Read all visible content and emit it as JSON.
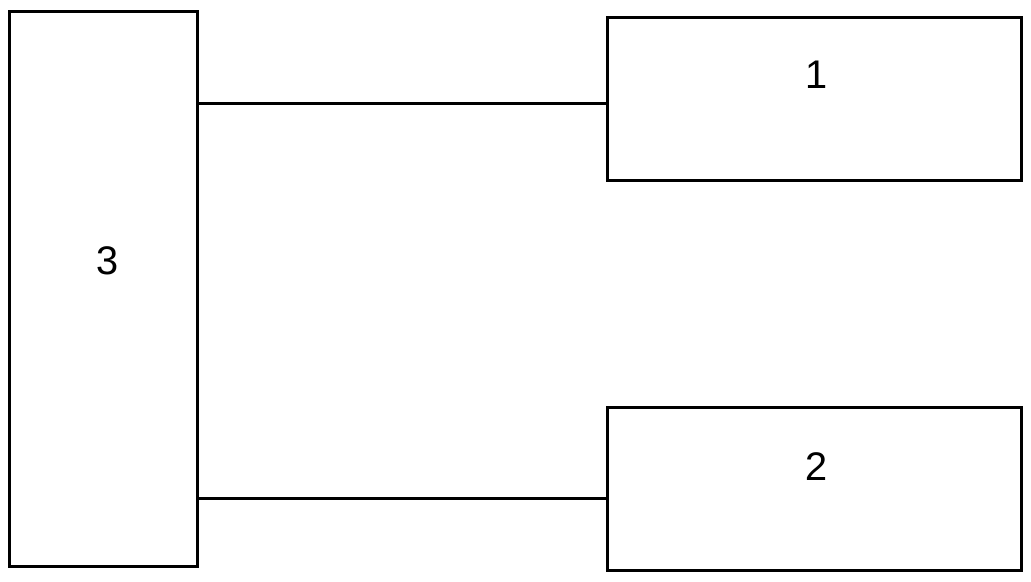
{
  "diagram": {
    "blocks": [
      {
        "id": "3",
        "label": "3"
      },
      {
        "id": "1",
        "label": "1"
      },
      {
        "id": "2",
        "label": "2"
      }
    ],
    "connections": [
      {
        "from": "3",
        "to": "1"
      },
      {
        "from": "3",
        "to": "2"
      }
    ],
    "colors": {
      "line": "#000000",
      "background": "#ffffff"
    }
  }
}
